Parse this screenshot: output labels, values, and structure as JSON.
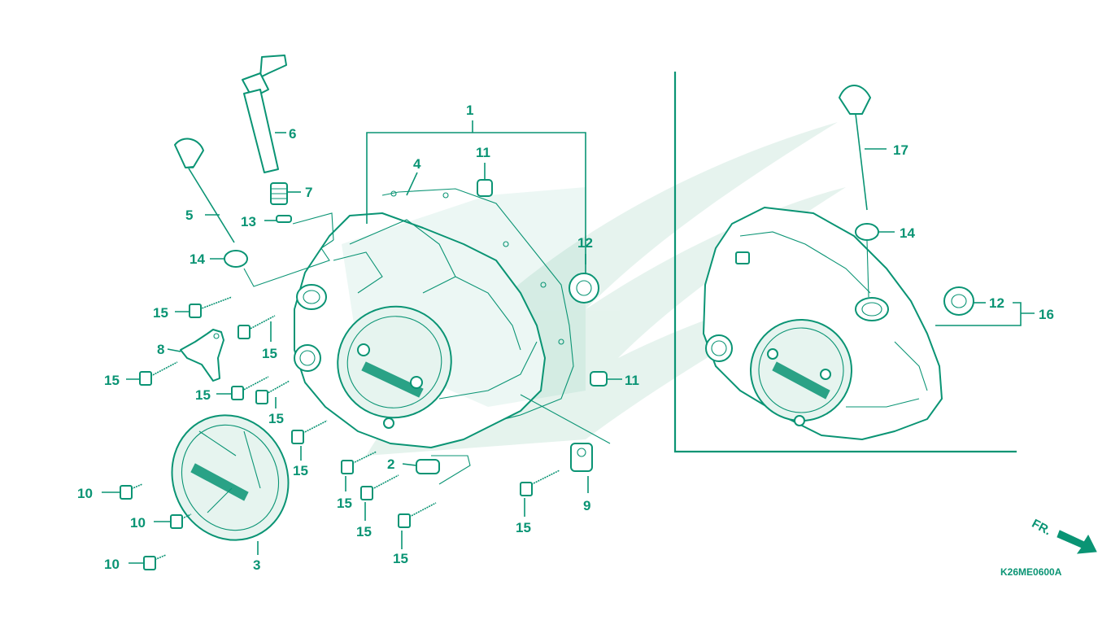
{
  "diagram": {
    "code": "K26ME0600A",
    "direction_label": "FR.",
    "callouts": {
      "c1": "1",
      "c2": "2",
      "c3": "3",
      "c4": "4",
      "c5": "5",
      "c6": "6",
      "c7": "7",
      "c8": "8",
      "c9": "9",
      "c10a": "10",
      "c10b": "10",
      "c10c": "10",
      "c11a": "11",
      "c11b": "11",
      "c12a": "12",
      "c12b": "12",
      "c13": "13",
      "c14a": "14",
      "c14b": "14",
      "c15a": "15",
      "c15b": "15",
      "c15c": "15",
      "c15d": "15",
      "c15e": "15",
      "c15f": "15",
      "c15g": "15",
      "c15h": "15",
      "c15i": "15",
      "c15j": "15",
      "c16": "16",
      "c17": "17"
    }
  },
  "colors": {
    "line": "#0a9474",
    "watermark": "#e3f2ec",
    "background": "#ffffff"
  }
}
